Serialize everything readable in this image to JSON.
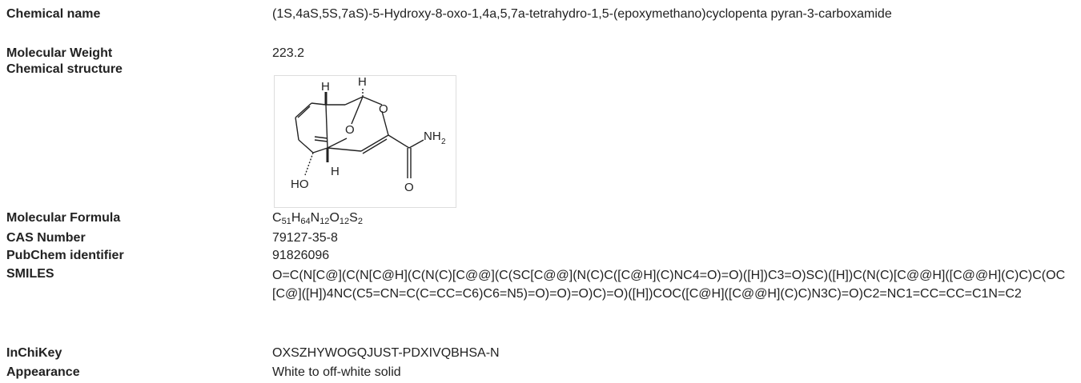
{
  "fields": {
    "chemical_name": {
      "label": "Chemical name",
      "value": "(1S,4aS,5S,7aS)-5-Hydroxy-8-oxo-1,4a,5,7a-tetrahydro-1,5-(epoxymethano)cyclopenta pyran-3-carboxamide"
    },
    "molecular_weight": {
      "label": "Molecular Weight",
      "value": "223.2"
    },
    "chemical_structure": {
      "label": "Chemical structure",
      "atoms": {
        "h_top": "H",
        "h_upper": "H",
        "o_ring": "O",
        "o_bridge": "O",
        "nh": "NH",
        "nh_sub": "2",
        "h_lower": "H",
        "ho": "HO",
        "o_amide": "O"
      }
    },
    "molecular_formula": {
      "label": "Molecular Formula",
      "parts": [
        {
          "el": "C",
          "n": "51"
        },
        {
          "el": "H",
          "n": "64"
        },
        {
          "el": "N",
          "n": "12"
        },
        {
          "el": "O",
          "n": "12"
        },
        {
          "el": "S",
          "n": "2"
        }
      ]
    },
    "cas_number": {
      "label": "CAS Number",
      "value": "79127-35-8"
    },
    "pubchem": {
      "label": "PubChem identifier",
      "value": "91826096"
    },
    "smiles": {
      "label": "SMILES",
      "value": "O=C(N[C@](C(N[C@H](C(N(C)[C@@](C(SC[C@@](N(C)C([C@H](C)NC4=O)=O)([H])C3=O)SC)([H])C(N(C)[C@@H]([C@@H](C)C)C(OC[C@]([H])4NC(C5=CN=C(C=CC=C6)C6=N5)=O)=O)=O)C)=O)([H])COC([C@H]([C@@H](C)C)N3C)=O)C2=NC1=CC=CC=C1N=C2"
    },
    "inchikey": {
      "label": "InChiKey",
      "value": "OXSZHYWOGQJUST-PDXIVQBHSA-N"
    },
    "appearance": {
      "label": "Appearance",
      "value": "White to off-white solid"
    }
  }
}
